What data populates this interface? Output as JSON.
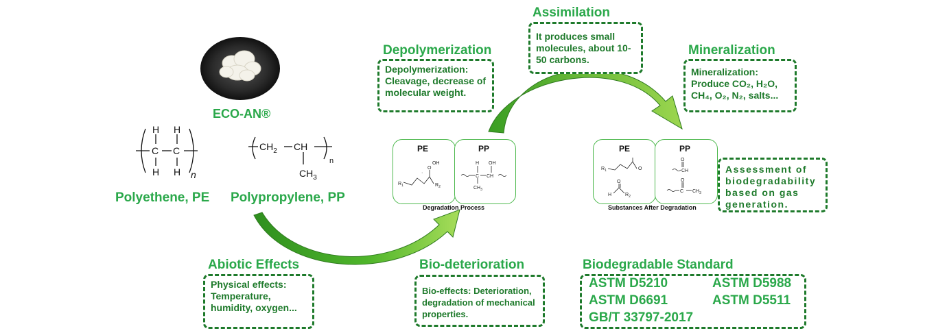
{
  "product": {
    "name": "ECO-AN®"
  },
  "polymers": {
    "pe_label": "Polyethene, PE",
    "pp_label": "Polypropylene, PP"
  },
  "stages": {
    "depolymerization": {
      "title": "Depolymerization",
      "text": "Depolymerization: Cleavage, decrease of molecular weight."
    },
    "assimilation": {
      "title": "Assimilation",
      "text": "It produces small molecules, about 10-50 carbons."
    },
    "mineralization": {
      "title": "Mineralization",
      "text_prefix": "Mineralization:",
      "text_line2": "Produce CO₂, H₂O,",
      "text_line3": "CH₄, O₂, N₂, salts..."
    },
    "abiotic": {
      "title": "Abiotic Effects",
      "text": "Physical effects: Temperature, humidity, oxygen..."
    },
    "biodeterioration": {
      "title": "Bio-deterioration",
      "text": "Bio-effects: Deterioration, degradation of mechanical properties."
    },
    "assessment": {
      "text": "Assessment of biodegradability based on gas generation."
    }
  },
  "degradation_panel": {
    "pe": "PE",
    "pp": "PP",
    "caption": "Degradation Process"
  },
  "after_panel": {
    "pe": "PE",
    "pp": "PP",
    "caption": "Substances After Degradation"
  },
  "standards": {
    "title": "Biodegradable Standard",
    "items": [
      "ASTM D5210",
      "ASTM D5988",
      "ASTM D6691",
      "ASTM D5511",
      "GB/T 33797-2017"
    ]
  },
  "colors": {
    "green_title": "#2aa84a",
    "dark_green": "#1e7a2b",
    "arrow_light": "#8fd14f",
    "arrow_dark": "#2f8f1f"
  }
}
